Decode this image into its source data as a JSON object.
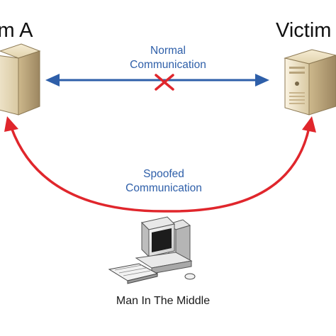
{
  "nodes": {
    "victim_a": {
      "label": "tim A"
    },
    "victim_b": {
      "label": "Victim"
    },
    "attacker": {
      "label": "Man In The Middle"
    }
  },
  "links": {
    "normal": {
      "label_line1": "Normal",
      "label_line2": "Communication",
      "color": "#2e5fa9",
      "status": "blocked"
    },
    "spoofed": {
      "label_line1": "Spoofed",
      "label_line2": "Communication",
      "color": "#e0262c"
    }
  },
  "colors": {
    "label_text": "#2e5fa9",
    "normal_arrow": "#2e5fa9",
    "spoofed_arrow": "#e0262c",
    "blocked_mark": "#e0262c",
    "server_body": "#e8dcc0",
    "server_shadow": "#a8926a"
  },
  "icons": {
    "victim_a": "server-tower-icon",
    "victim_b": "server-tower-icon",
    "attacker": "desktop-computer-icon",
    "blocked": "x-mark-icon"
  }
}
